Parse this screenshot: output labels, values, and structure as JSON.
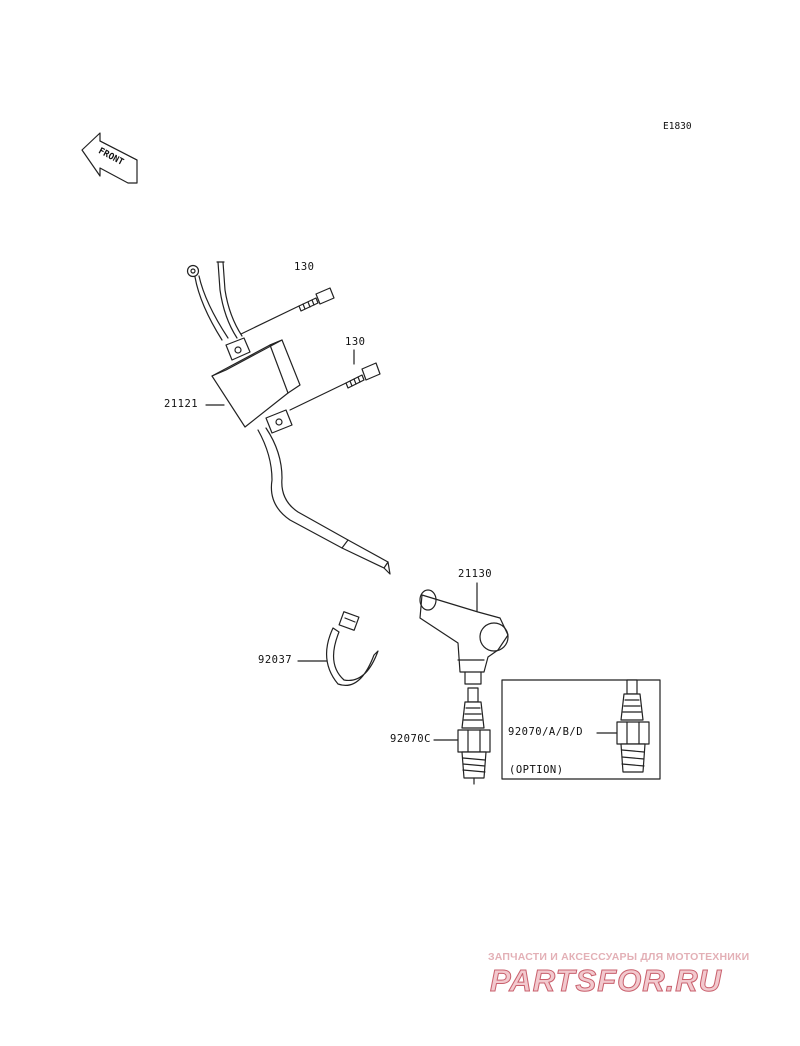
{
  "diagram": {
    "code": "E1830",
    "front_arrow": "FRONT",
    "callouts": {
      "bolt_upper": "130",
      "bolt_lower": "130",
      "coil": "21121",
      "cap": "21130",
      "clamp": "92037",
      "plug": "92070C",
      "plug_option": "92070/A/B/D",
      "option": "(OPTION)"
    }
  },
  "watermark": {
    "tagline": "ЗАПЧАСТИ И АКСЕССУАРЫ ДЛЯ МОТОТЕХНИКИ",
    "logo": "PARTSFOR.RU",
    "colors": {
      "tagline": "#e3b0b6",
      "logo": "#f2c9ce",
      "logo_stroke": "#c9606d"
    }
  }
}
